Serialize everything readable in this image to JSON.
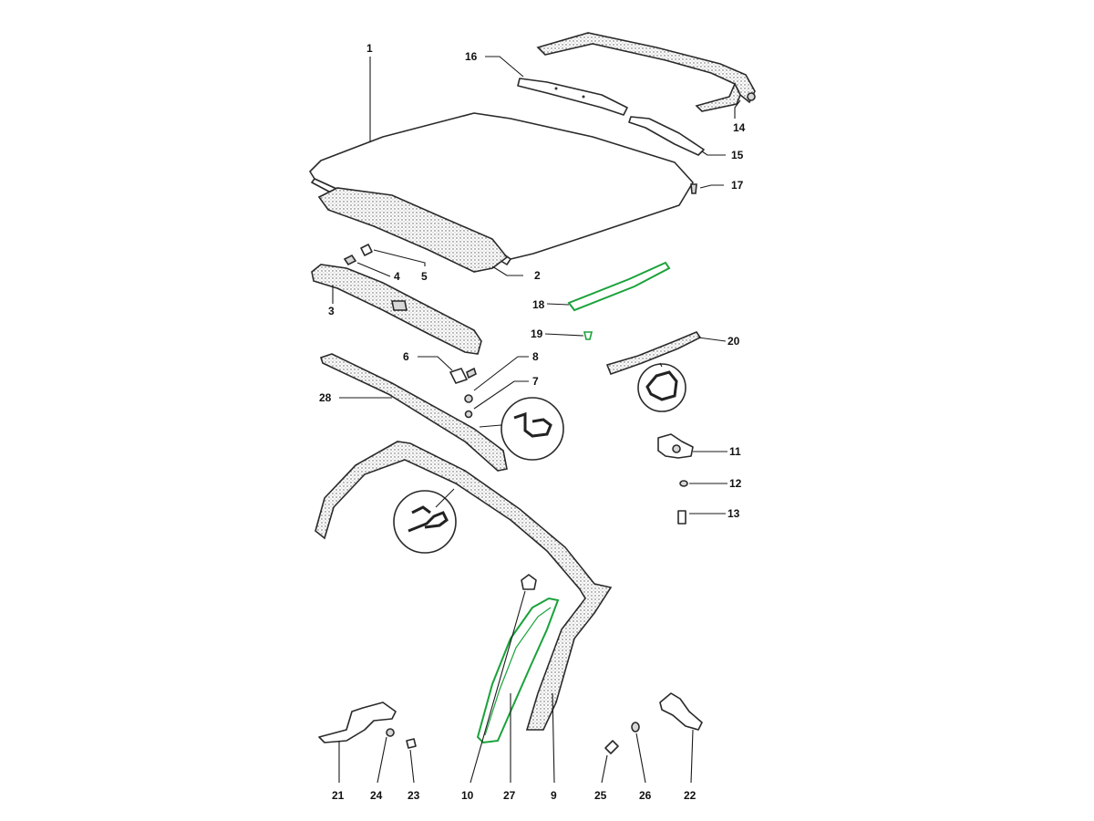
{
  "callouts": {
    "c1": "1",
    "c2": "2",
    "c3": "3",
    "c4": "4",
    "c5": "5",
    "c6": "6",
    "c7": "7",
    "c8": "8",
    "c9": "9",
    "c10": "10",
    "c11": "11",
    "c12": "12",
    "c13": "13",
    "c14": "14",
    "c15": "15",
    "c16": "16",
    "c17": "17",
    "c18": "18",
    "c19": "19",
    "c20": "20",
    "c21": "21",
    "c22": "22",
    "c23": "23",
    "c24": "24",
    "c25": "25",
    "c26": "26",
    "c27": "27",
    "c28": "28"
  },
  "colors": {
    "line": "#2a2a2a",
    "highlight": "#19a23a",
    "background": "#ffffff"
  }
}
